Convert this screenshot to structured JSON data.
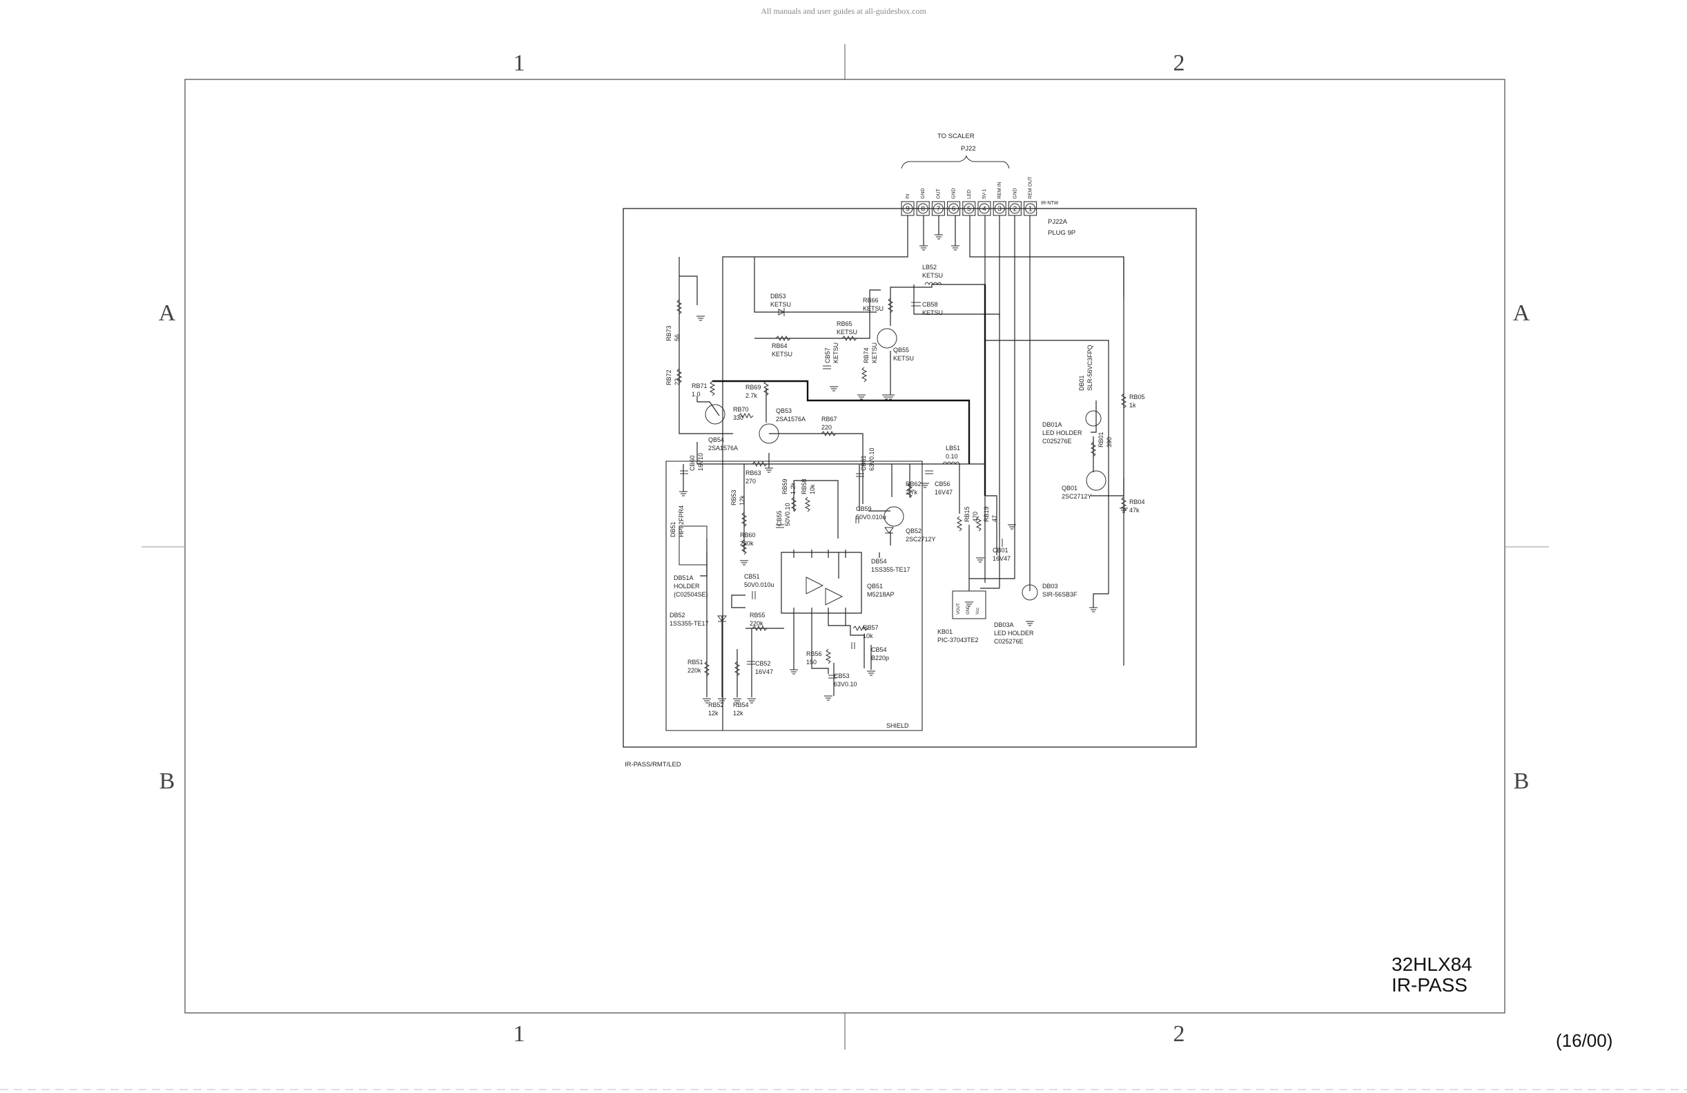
{
  "header": {
    "watermark": "All manuals and user guides at all-guidesbox.com"
  },
  "frame": {
    "column_labels": [
      "1",
      "2"
    ],
    "row_labels": [
      "A",
      "B"
    ]
  },
  "title_block": {
    "model": "32HLX84",
    "name": "IR-PASS"
  },
  "page_number": "(16/00)",
  "schematic": {
    "caption": "IR-PASS/RMT/LED",
    "shield_label": "SHIELD",
    "connector": {
      "to_label": "TO SCALER",
      "ref": "PJ22",
      "plug_ref": "PJ22A",
      "plug_type": "PLUG 9P",
      "pin_note": "IR-NTW",
      "pins": [
        "9",
        "8",
        "7",
        "6",
        "5",
        "4",
        "3",
        "2",
        "1"
      ],
      "signals": [
        "IN",
        "GND",
        "OUT",
        "GND",
        "LED",
        "5V-1",
        "REM IN",
        "GND",
        "REM OUT"
      ]
    },
    "parts": {
      "db53": [
        "DB53",
        "KETSU"
      ],
      "lb52": [
        "LB52",
        "KETSU"
      ],
      "rb66": [
        "RB66",
        "KETSU"
      ],
      "cb58": [
        "CB58",
        "KETSU"
      ],
      "rb65": [
        "RB65",
        "KETSU"
      ],
      "rb64": [
        "RB64",
        "KETSU"
      ],
      "qb55": [
        "QB55",
        "KETSU"
      ],
      "cb57": [
        "CB57",
        "KETSU"
      ],
      "rb74": [
        "RB74",
        "KETSU"
      ],
      "rb73": [
        "RB73",
        "56"
      ],
      "rb72": [
        "RB72",
        "22"
      ],
      "rb71": [
        "RB71",
        "1.0"
      ],
      "rb69": [
        "RB69",
        "2.7k"
      ],
      "rb70": [
        "RB70",
        "330"
      ],
      "qb53": [
        "QB53",
        "2SA1576A"
      ],
      "qb54": [
        "QB54",
        "2SA1576A"
      ],
      "rb67": [
        "RB67",
        "220"
      ],
      "lb51": [
        "LB51",
        "0.10"
      ],
      "rb63": [
        "RB63",
        "270"
      ],
      "cb60": [
        "CB60",
        "16V10"
      ],
      "cb61": [
        "CB61",
        "63V0.10"
      ],
      "rb62": [
        "RB62",
        "2.7k"
      ],
      "cb56": [
        "CB56",
        "16V47"
      ],
      "rb59": [
        "RB59",
        "1.2k"
      ],
      "rb58": [
        "RB58",
        "10k"
      ],
      "cb55": [
        "CB55",
        "50V0.10"
      ],
      "rb53": [
        "RB53",
        "12k"
      ],
      "rb60": [
        "RB60",
        "220k"
      ],
      "cb59": [
        "CB59",
        "50V0.010u"
      ],
      "qb52": [
        "QB52",
        "2SC2712Y"
      ],
      "db54": [
        "DB54",
        "1SS355-TE17"
      ],
      "db51": [
        "DB51",
        "HPI-2FPR4"
      ],
      "db51a": [
        "DB51A",
        "HOLDER",
        "(C02504SE)"
      ],
      "cb51": [
        "CB51",
        "50V0.010u"
      ],
      "qb51": [
        "QB51",
        "M5218AP"
      ],
      "db52": [
        "DB52",
        "1SS355-TE17"
      ],
      "rb55": [
        "RB55",
        "220k"
      ],
      "rb57": [
        "RB57",
        "10k"
      ],
      "cb54": [
        "CB54",
        "B220p"
      ],
      "rb56": [
        "RB56",
        "150"
      ],
      "rb51": [
        "RB51",
        "220k"
      ],
      "cb52": [
        "CB52",
        "16V47"
      ],
      "cb53": [
        "CB53",
        "63V0.10"
      ],
      "rb52": [
        "RB52",
        "12k"
      ],
      "rb54": [
        "RB54",
        "12k"
      ],
      "db01": [
        "DB01",
        "SLR-56VC3FPQ"
      ],
      "db01a": [
        "DB01A",
        "LED HOLDER",
        "C025276E"
      ],
      "rb05": [
        "RB05",
        "1k"
      ],
      "rb01": [
        "RB01",
        "390"
      ],
      "qb01": [
        "QB01",
        "2SC2712Y"
      ],
      "rb04": [
        "RB04",
        "47k"
      ],
      "rb15": [
        "RB15",
        "470"
      ],
      "rb19": [
        "RB19",
        "47"
      ],
      "cb01": [
        "CB01",
        "16V47"
      ],
      "db03": [
        "DB03",
        "SIR-56SB3F"
      ],
      "kb01": [
        "KB01",
        "PIC-37043TE2"
      ],
      "db03a": [
        "DB03A",
        "LED HOLDER",
        "C025276E"
      ],
      "kb01_pins": [
        "VOUT",
        "GND",
        "Vcc"
      ]
    }
  }
}
